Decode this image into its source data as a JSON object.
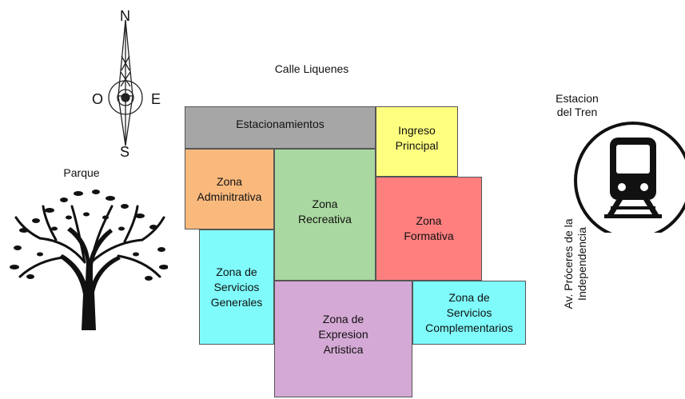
{
  "compass": {
    "north": "N",
    "south": "S",
    "east": "E",
    "west": "O"
  },
  "labels": {
    "street": "Calle Liquenes",
    "park": "Parque",
    "station": "Estacion\ndel Tren",
    "avenue": "Av. Próceres de la\nIndependencia"
  },
  "zones": {
    "parking": {
      "label": "Estacionamientos",
      "color": "#a6a6a6"
    },
    "entrance": {
      "label": "Ingreso\nPrincipal",
      "color": "#ffff7f"
    },
    "administrative": {
      "label": "Zona\nAdminitrativa",
      "color": "#f9b97d"
    },
    "recreational": {
      "label": "Zona\nRecreativa",
      "color": "#a9d8a0"
    },
    "formative": {
      "label": "Zona\nFormativa",
      "color": "#ff7f7f"
    },
    "general": {
      "label": "Zona de\nServicios\nGenerales",
      "color": "#7ffbfb"
    },
    "artistic": {
      "label": "Zona de\nExpresion\nArtistica",
      "color": "#d5a9d5"
    },
    "complementary": {
      "label": "Zona de\nServicios\nComplementarios",
      "color": "#7ffbfb"
    }
  },
  "icons": {
    "compass": "compass-rose-icon",
    "tree": "tree-icon",
    "train": "train-icon"
  }
}
